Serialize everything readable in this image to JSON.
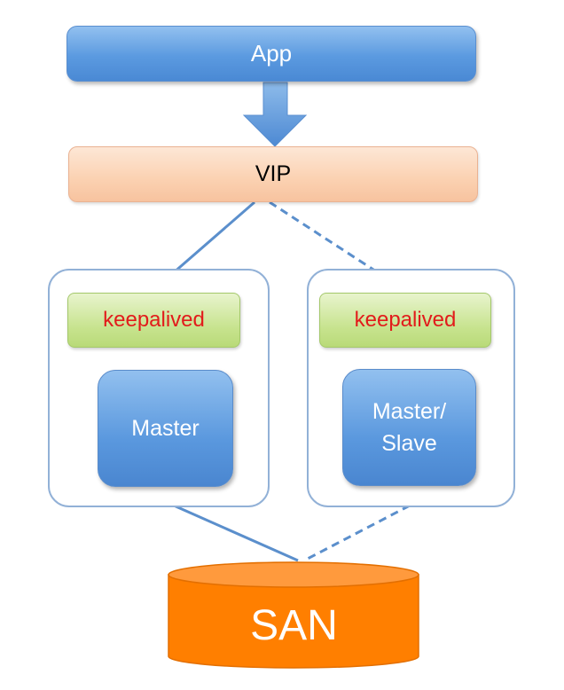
{
  "app": {
    "label": "App"
  },
  "vip": {
    "label": "VIP"
  },
  "nodes": [
    {
      "keepalived_label": "keepalived",
      "db_label": "Master"
    },
    {
      "keepalived_label": "keepalived",
      "db_label": "Master/\nSlave"
    }
  ],
  "storage": {
    "label": "SAN"
  },
  "colors": {
    "app_blue": "#5b9ae0",
    "vip_peach": "#fbd1b1",
    "keepalived_green": "#c7e38e",
    "keepalived_text": "#e21b1b",
    "node_border": "#92b1d7",
    "san_orange": "#ff7f00",
    "connector": "#5b8fcc"
  }
}
